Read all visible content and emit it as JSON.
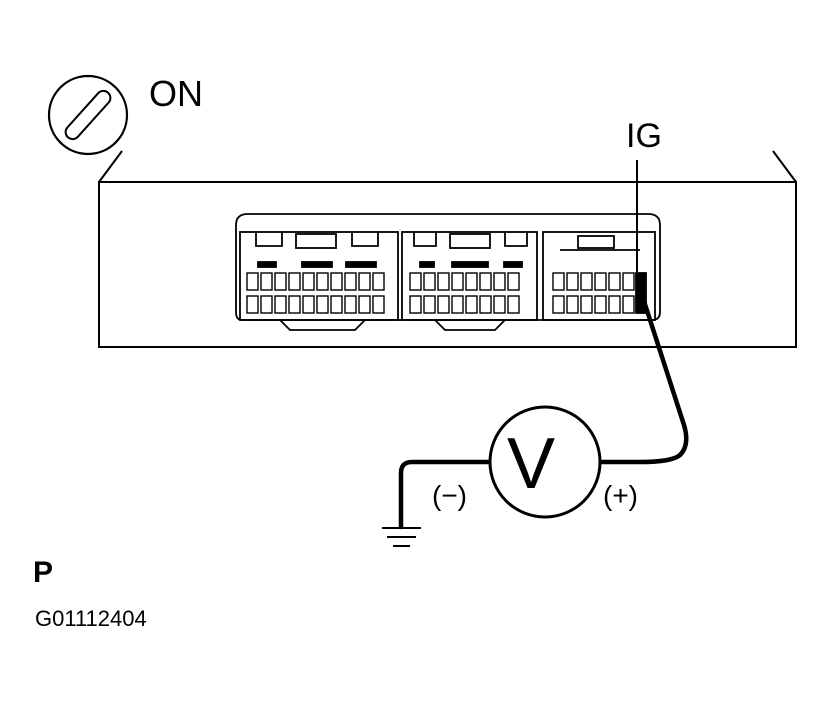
{
  "labels": {
    "switch_state": "ON",
    "terminal": "IG",
    "meter_symbol": "V",
    "negative": "(−)",
    "positive": "(+)",
    "connector_side": "P",
    "figure_code": "G01112404"
  },
  "icons": {
    "ignition_switch": "ignition-switch-icon",
    "ground": "ground-icon",
    "voltmeter": "voltmeter-icon"
  },
  "colors": {
    "line": "#000000",
    "background": "#ffffff"
  }
}
